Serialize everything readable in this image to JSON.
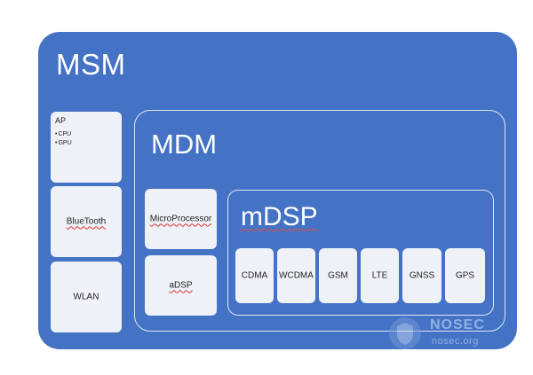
{
  "msm": {
    "title": "MSM"
  },
  "ap": {
    "title": "AP",
    "items": [
      "CPU",
      "GPU"
    ]
  },
  "left_blocks": {
    "bluetooth": "BlueTooth",
    "wlan": "WLAN"
  },
  "mdm": {
    "title": "MDM",
    "microprocessor": "MicroProcessor",
    "adsp": "aDSP"
  },
  "mdsp": {
    "title": "mDSP",
    "modules": [
      "CDMA",
      "WCDMA",
      "GSM",
      "LTE",
      "GNSS",
      "GPS"
    ]
  },
  "watermark": {
    "name": "NOSEC",
    "site": "nosec.org"
  },
  "colors": {
    "outer": "#4472c4",
    "box": "#eef1f7",
    "frame": "#dfe7f5"
  }
}
